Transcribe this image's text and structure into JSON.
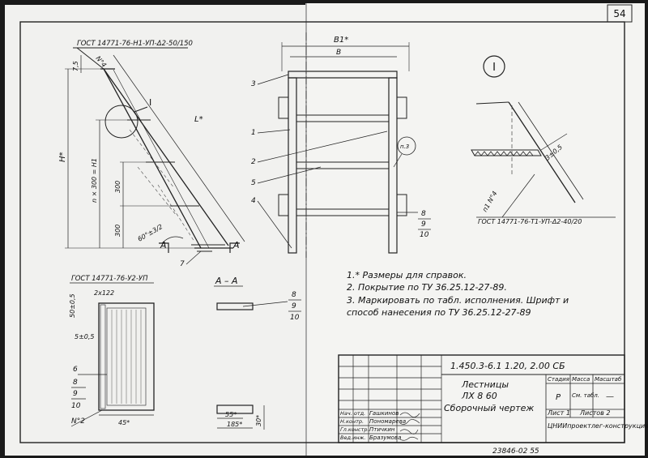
{
  "page_number": "54",
  "view_marker": "I",
  "section_label": "A – A",
  "left_view": {
    "top_gost": "ГОСТ 14771-76-Н1-УП-Δ2-50/150",
    "weld_no": "N°4",
    "dim_75": "7,5",
    "dim_H": "H*",
    "dim_n300": "n × 300 = H1",
    "dim_300a": "300",
    "dim_300b": "300",
    "dim_L": "L*",
    "detail_I": "I",
    "angle": "60°±3/2",
    "section_A_left": "A",
    "section_A_right": "A",
    "pos_7": "7"
  },
  "front_view": {
    "dim_B1": "B1*",
    "dim_B": "B",
    "pos_3": "3",
    "pos_1": "1",
    "pos_2": "2",
    "pos_5": "5",
    "pos_4": "4",
    "note_p3": "п.3",
    "stack": [
      "8",
      "9",
      "10"
    ]
  },
  "detail_view": {
    "weld_no": "п1 N°4",
    "dim_3": "3±0,5",
    "gost": "ГОСТ 14771-76-Т1-УП-Δ2-40/20"
  },
  "plan_view": {
    "gost": "ГОСТ 14771-76-У2-УП",
    "dim_2x22": "2x122",
    "dim_50": "50±0,5",
    "dim_5": "5±0,5",
    "pos_6": "6",
    "stack": [
      "8",
      "9",
      "10"
    ],
    "weld_no": "N°2",
    "dim_45": "45*"
  },
  "section_view": {
    "stack": [
      "8",
      "9",
      "10"
    ],
    "dim_55": "55*",
    "dim_185": "185*",
    "dim_30": "30*"
  },
  "notes": [
    "1.* Размеры для справок.",
    "2. Покрытие по ТУ 36.25.12-27-89.",
    "3. Маркировать по табл. исполнения. Шрифт и",
    "способ нанесения по ТУ 36.25.12-27-89"
  ],
  "title_block": {
    "doc_code": "1.450.3-6.1 1.20, 2.00 СБ",
    "name_line1": "Лестницы",
    "name_line2": "ЛХ 8 60",
    "name_line3": "Сборочный чертеж",
    "col_stage": "Стадия",
    "col_mass": "Масса",
    "col_scale": "Масштаб",
    "stage_val": "Р",
    "mass_val": "См. табл.",
    "scale_val": "—",
    "sheet": "Лист 1",
    "sheets": "Листов 2",
    "org": "ЦНИИпроектлег-конструкция",
    "roles": [
      "Нач. отд.",
      "Н.контр.",
      "Гл.констр.",
      "Вед.инж."
    ],
    "names": [
      "Гашкинов",
      "Пономарева",
      "Птичкин",
      "Бразумова"
    ]
  },
  "bottom_numbers": "23846-02   55"
}
